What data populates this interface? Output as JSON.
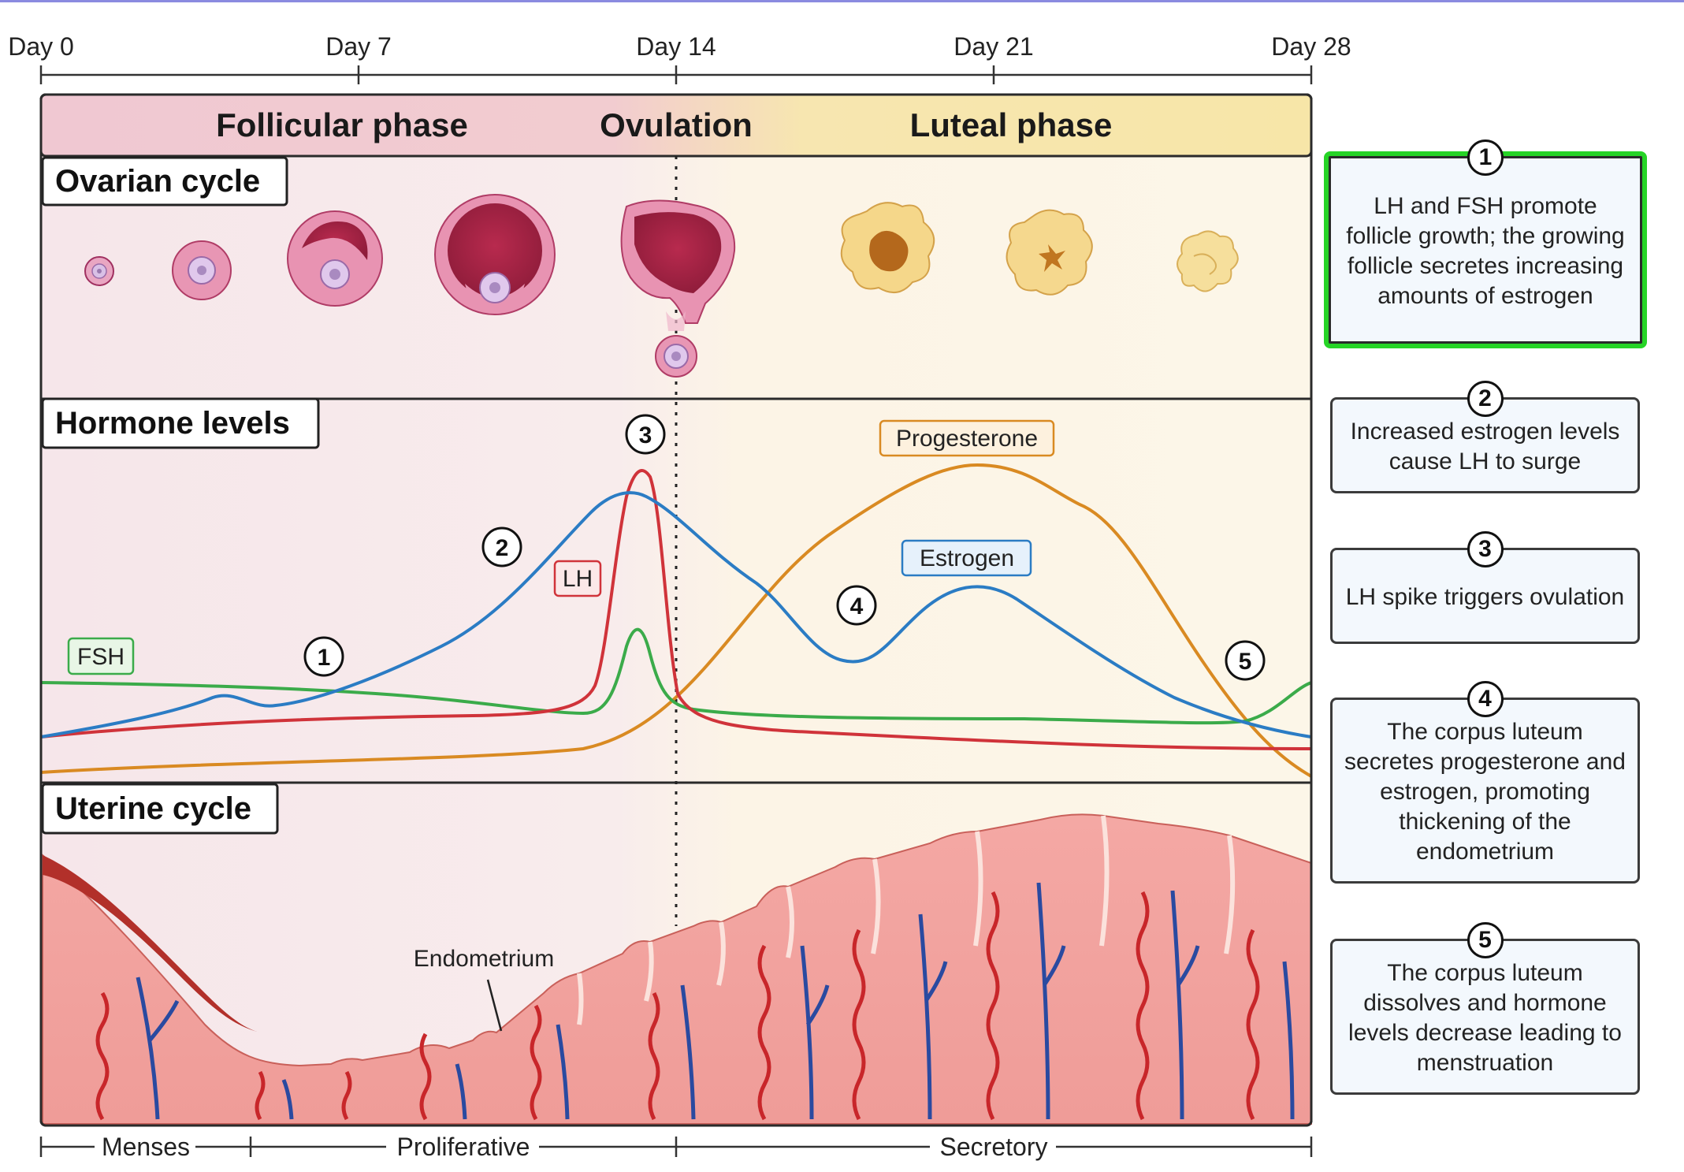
{
  "colors": {
    "estrogen": "#2b7cc4",
    "lh": "#d0333a",
    "fsh": "#3bab4a",
    "progesterone": "#d98a22",
    "follicular_bg": "#f7e8ec",
    "luteal_bg": "#fcf5e4",
    "highlight": "#26d426"
  },
  "timeline": {
    "days": [
      "Day 0",
      "Day 7",
      "Day 14",
      "Day 21",
      "Day 28"
    ]
  },
  "phases": {
    "follicular": "Follicular phase",
    "ovulation": "Ovulation",
    "luteal": "Luteal phase"
  },
  "sections": {
    "ovarian": "Ovarian cycle",
    "hormone": "Hormone levels",
    "uterine": "Uterine cycle"
  },
  "hormones": {
    "fsh": "FSH",
    "lh": "LH",
    "progesterone": "Progesterone",
    "estrogen": "Estrogen"
  },
  "endometrium_label": "Endometrium",
  "bottom_phases": {
    "menses": "Menses",
    "proliferative": "Proliferative",
    "secretory": "Secretory"
  },
  "markers": [
    "1",
    "2",
    "3",
    "4",
    "5"
  ],
  "callouts": [
    {
      "num": "1",
      "text": "LH and FSH promote follicle growth; the growing follicle secretes increasing amounts of estrogen",
      "active": true
    },
    {
      "num": "2",
      "text": "Increased estrogen levels cause LH to surge",
      "active": false
    },
    {
      "num": "3",
      "text": "LH spike triggers ovulation",
      "active": false
    },
    {
      "num": "4",
      "text": "The corpus luteum secretes progesterone and estrogen, promoting thickening of the endometrium",
      "active": false
    },
    {
      "num": "5",
      "text": "The corpus luteum dissolves and hormone levels decrease leading to menstruation",
      "active": false
    }
  ]
}
